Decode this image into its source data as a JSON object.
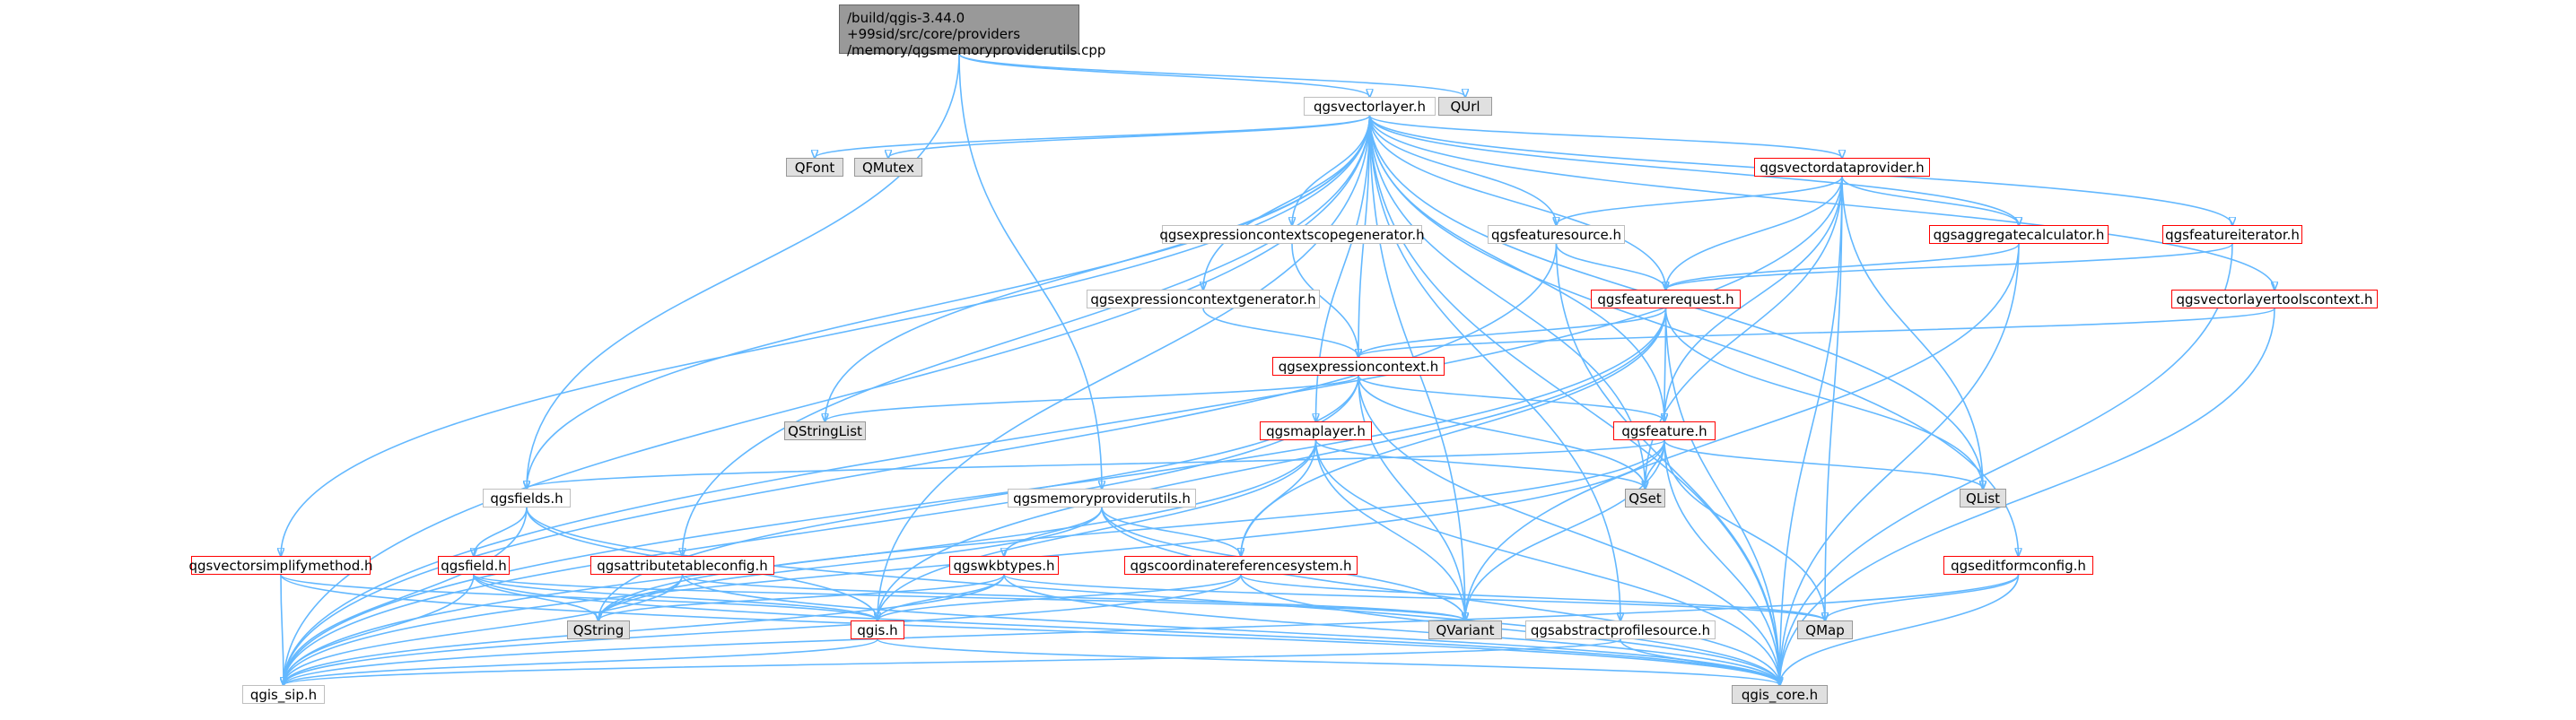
{
  "diagram": {
    "root": {
      "line1": "/build/qgis-3.44.0",
      "line2": "+99sid/src/core/providers",
      "line3": "/memory/qgsmemoryproviderutils.cpp"
    },
    "nodes": {
      "qgsvectorlayer": "qgsvectorlayer.h",
      "qurl": "QUrl",
      "qfont": "QFont",
      "qmutex": "QMutex",
      "qgsvectordataprovider": "qgsvectordataprovider.h",
      "qgsexpressioncontextscopegenerator": "qgsexpressioncontextscopegenerator.h",
      "qgsfeaturesource": "qgsfeaturesource.h",
      "qgsaggregatecalculator": "qgsaggregatecalculator.h",
      "qgsfeatureiterator": "qgsfeatureiterator.h",
      "qgsexpressioncontextgenerator": "qgsexpressioncontextgenerator.h",
      "qgsfeaturerequest": "qgsfeaturerequest.h",
      "qgsvectorlayertoolscontext": "qgsvectorlayertoolscontext.h",
      "qgsexpressioncontext": "qgsexpressioncontext.h",
      "qstringlist": "QStringList",
      "qgsmaplayer": "qgsmaplayer.h",
      "qgsfeature": "qgsfeature.h",
      "qgsfields": "qgsfields.h",
      "qgsmemoryproviderutils": "qgsmemoryproviderutils.h",
      "qset": "QSet",
      "qlist": "QList",
      "qgsvectorsimplifymethod": "qgsvectorsimplifymethod.h",
      "qgsfield": "qgsfield.h",
      "qgsattributetableconfig": "qgsattributetableconfig.h",
      "qgswkbtypes": "qgswkbtypes.h",
      "qgscoordinatereferencesystem": "qgscoordinatereferencesystem.h",
      "qgseditformconfig": "qgseditformconfig.h",
      "qstring": "QString",
      "qgis": "qgis.h",
      "qvariant": "QVariant",
      "qmap": "QMap",
      "qgsabstractprofilesource": "qgsabstractprofilesource.h",
      "qgis_sip": "qgis_sip.h",
      "qgis_core": "qgis_core.h"
    },
    "colors": {
      "edge": "#63b8ff",
      "node_border": "#bfbfbf",
      "node_border_incomplete": "#ff0000",
      "external_fill": "#e0e0e0",
      "root_fill": "#999999"
    }
  }
}
